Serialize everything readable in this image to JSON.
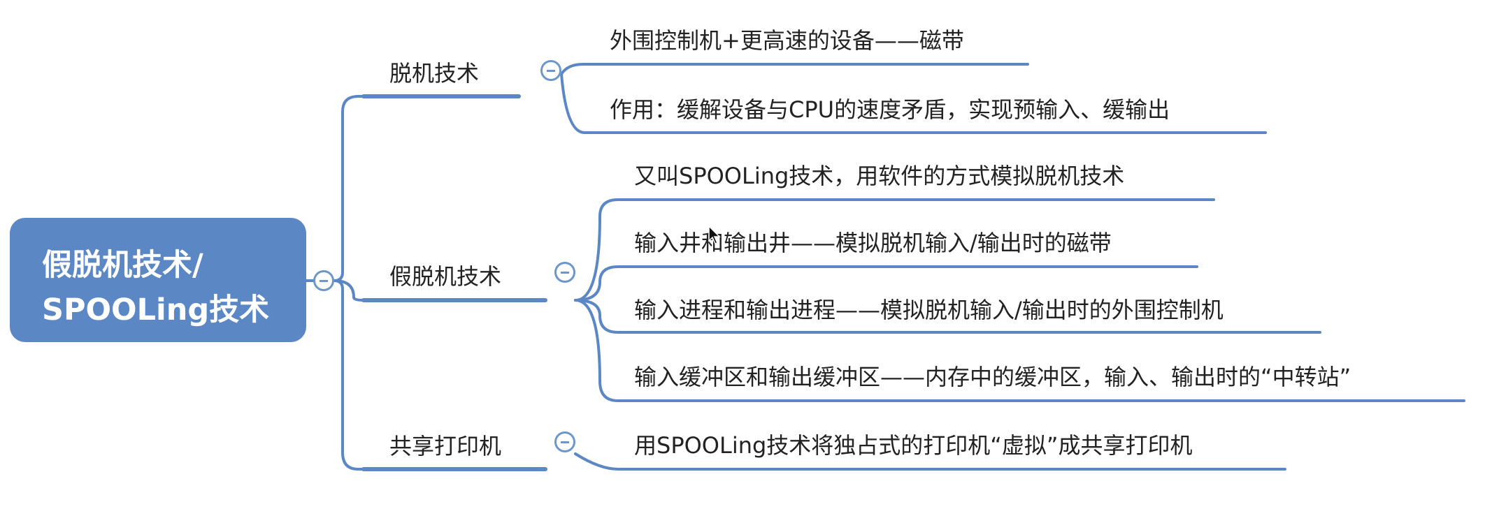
{
  "colors": {
    "root_fill": "#5b87c5",
    "branch_line": "#5b87c5",
    "text": "#222222"
  },
  "root": {
    "line1": "假脱机技术/",
    "line2": "SPOOLing技术"
  },
  "branches": [
    {
      "label": "脱机技术",
      "children": [
        "外围控制机+更高速的设备——磁带",
        "作用：缓解设备与CPU的速度矛盾，实现预输入、缓输出"
      ]
    },
    {
      "label": "假脱机技术",
      "children": [
        "又叫SPOOLing技术，用软件的方式模拟脱机技术",
        "输入井和输出井——模拟脱机输入/输出时的磁带",
        "输入进程和输出进程——模拟脱机输入/输出时的外围控制机",
        "输入缓冲区和输出缓冲区——内存中的缓冲区，输入、输出时的“中转站”"
      ]
    },
    {
      "label": "共享打印机",
      "children": [
        "用SPOOLing技术将独占式的打印机“虚拟”成共享打印机"
      ]
    }
  ]
}
